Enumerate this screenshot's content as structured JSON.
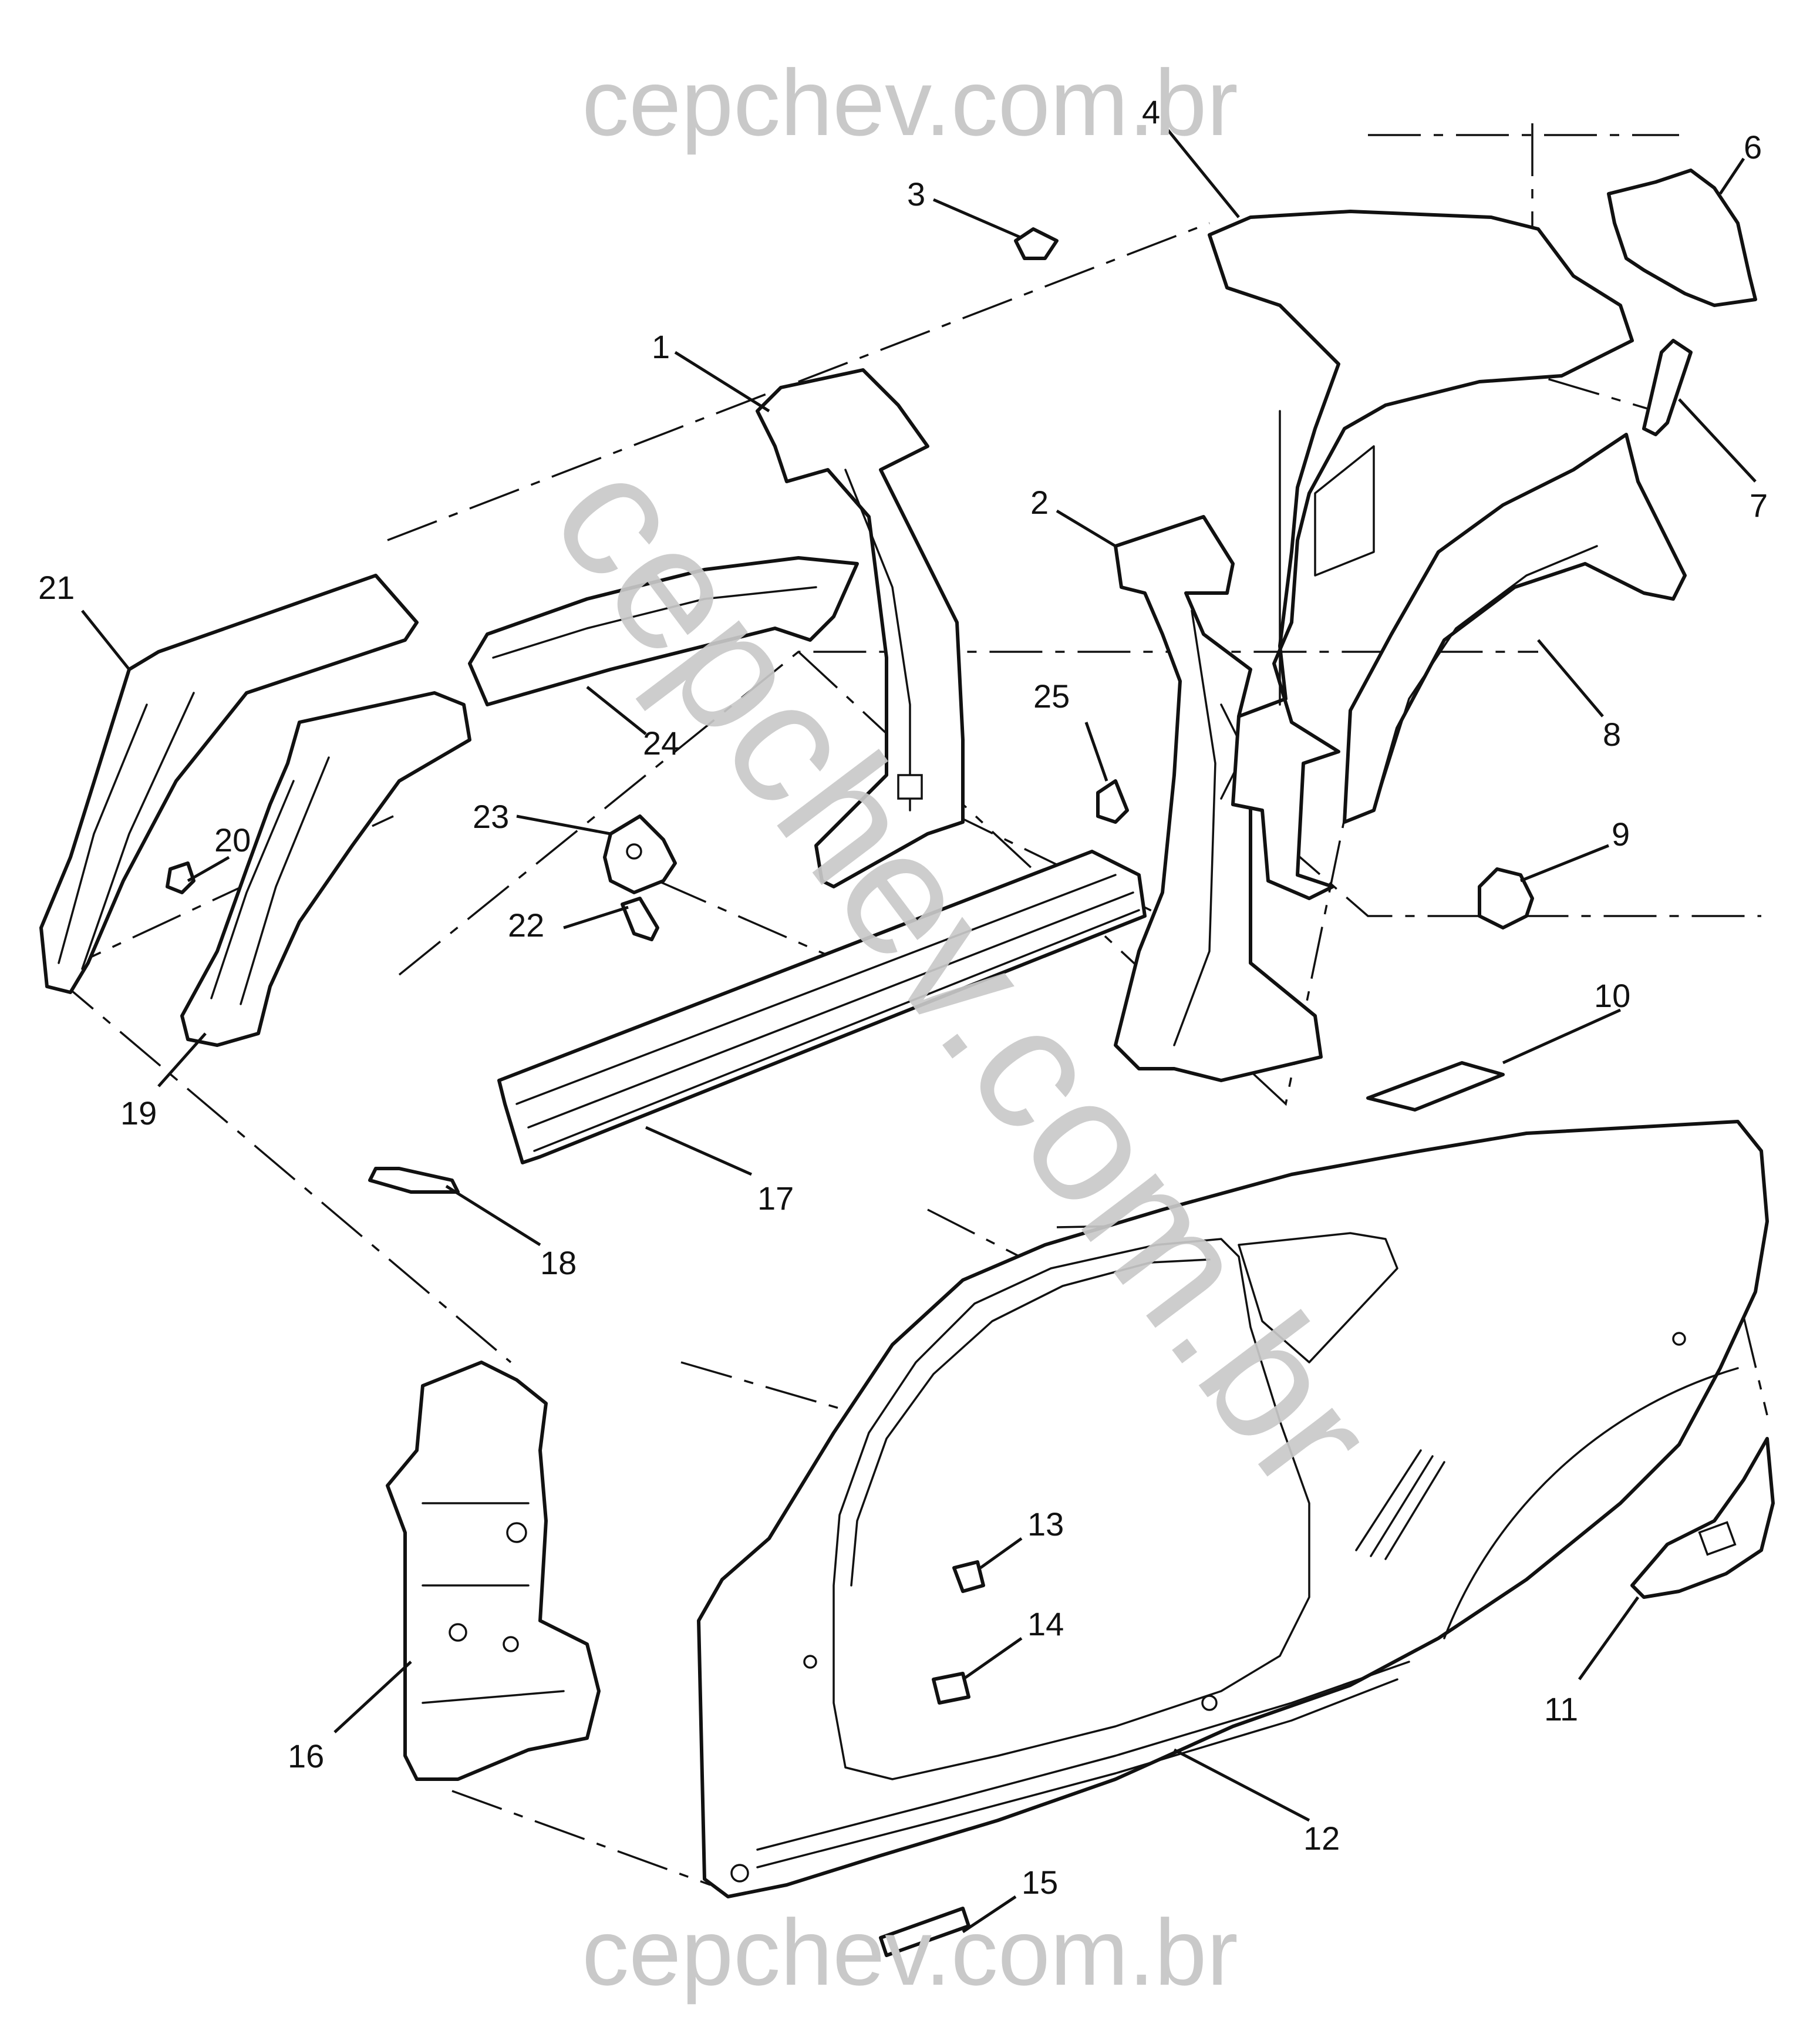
{
  "watermark": {
    "top": "cepchev.com.br",
    "bottom": "cepchev.com.br",
    "diagonal": "cepchev.com.br"
  },
  "colors": {
    "line": "#111111",
    "watermark": "#c9c9c9",
    "background": "#ffffff"
  },
  "callouts": {
    "c1": "1",
    "c2": "2",
    "c3": "3",
    "c4": "4",
    "c6": "6",
    "c7": "7",
    "c8": "8",
    "c9": "9",
    "c10": "10",
    "c11": "11",
    "c12": "12",
    "c13": "13",
    "c14": "14",
    "c15": "15",
    "c16": "16",
    "c17": "17",
    "c18": "18",
    "c19": "19",
    "c20": "20",
    "c21": "21",
    "c22": "22",
    "c23": "23",
    "c24": "24",
    "c25": "25"
  }
}
